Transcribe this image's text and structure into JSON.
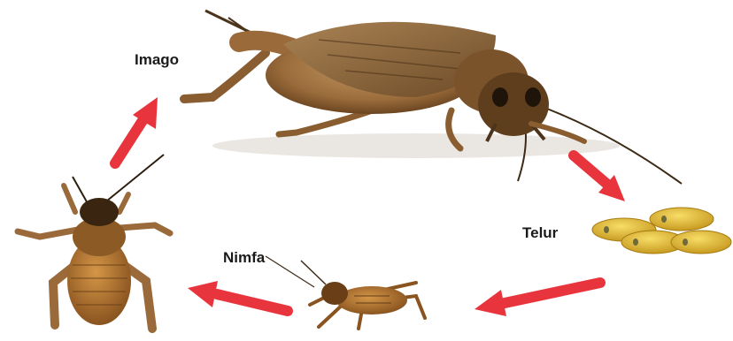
{
  "diagram": {
    "stages": [
      {
        "id": "imago",
        "label": "Imago"
      },
      {
        "id": "telur",
        "label": "Telur"
      },
      {
        "id": "nimfa",
        "label": "Nimfa"
      }
    ],
    "colors": {
      "arrow": "#e8343c",
      "cricket_body": "#a07443",
      "cricket_dark": "#5e3e1c",
      "nymph_body": "#b9782f",
      "egg_fill": "#e2b62a",
      "egg_dots": "#6f6a3a"
    }
  }
}
